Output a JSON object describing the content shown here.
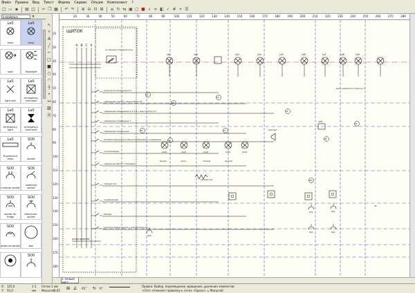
{
  "menu": [
    "Файл",
    "Правка",
    "Вид",
    "Текст",
    "Форма",
    "Сервис",
    "Опции",
    "Компонент",
    "?"
  ],
  "library": {
    "selected": "Installation"
  },
  "palette": [
    {
      "name": "La0",
      "caption": "lamp",
      "selected": false
    },
    {
      "name": "La0",
      "caption": "lamp",
      "selected": true
    },
    {
      "name": "",
      "caption": "spot",
      "selected": false
    },
    {
      "name": "",
      "caption": "floodlight",
      "selected": false
    },
    {
      "name": "La0",
      "caption": "light exit",
      "selected": false
    },
    {
      "name": "La0",
      "caption": "emergency luminaire",
      "selected": false
    },
    {
      "name": "La0",
      "caption": "emergency light",
      "selected": false
    },
    {
      "name": "La0",
      "caption": "emergency luminaire",
      "selected": false
    },
    {
      "name": "La0",
      "caption": "fluorescent lamp",
      "selected": false
    },
    {
      "name": "SO0",
      "caption": "socket",
      "selected": false
    },
    {
      "name": "SO0",
      "caption": "multiple socket",
      "selected": false
    },
    {
      "name": "SO0",
      "caption": "switched socket",
      "selected": false
    },
    {
      "name": "SO0",
      "caption": "socket for fridge",
      "selected": false
    },
    {
      "name": "SO0",
      "caption": "telecomm. socket",
      "selected": false
    },
    {
      "name": "SO0",
      "caption": "antenna socket",
      "selected": false
    },
    {
      "name": "",
      "caption": "box",
      "selected": false
    },
    {
      "name": "",
      "caption": "",
      "selected": false
    },
    {
      "name": "SO0",
      "caption": "",
      "selected": false
    }
  ],
  "ruler_top": [
    "20",
    "30",
    "40",
    "50",
    "60",
    "70",
    "80",
    "90",
    "100",
    "110",
    "120",
    "130",
    "140",
    "150",
    "160",
    "170",
    "180",
    "190",
    "200",
    "210",
    "220",
    "230",
    "240",
    "250",
    "260",
    "270",
    "280"
  ],
  "ruler_left": [
    "10",
    "20",
    "30",
    "40",
    "50",
    "60",
    "70",
    "80",
    "90",
    "100",
    "110",
    "120",
    "130",
    "140",
    "150",
    "160",
    "170",
    "180"
  ],
  "diagram": {
    "panel_label": "ЩИТОК",
    "phase_labels": [
      "A",
      "B",
      "C",
      "0"
    ],
    "lamp_labels": [
      "La1",
      "La2",
      "La3",
      "La4",
      "La5",
      "La6",
      "La7",
      "La8",
      "La9"
    ],
    "feed_note": "из лоджии под\nсвой ночь",
    "circuits": [
      "розетка в помещении 4,1",
      "освещение туалет / вентилятор V1",
      "освещение помещение 1,2,3,5 + вентилятор V1",
      "освещение помещение 7",
      "освещение помещение",
      "антибактерицидное обычное аварийное освещение",
      "сигнализация",
      "освещение детск. площадки",
      "тёплый пол",
      "кондиционер",
      "бойлер",
      "розетка правая крыло + вентилятор Х2"
    ],
    "lower_labels": [
      "La10",
      "La11",
      "La12",
      "La13",
      "La14"
    ],
    "room_tags": [
      "ванная",
      "кухня",
      "спальня",
      "детская"
    ],
    "note_right": "вал с ремонтом\nплинтус 1",
    "heater_label": "тёплый пол",
    "bottom_label": "на все розетки",
    "socket_labels": [
      "SO1",
      "SO2",
      "SO3",
      "SO4",
      "SO5"
    ],
    "switch_labels": [
      "S1",
      "S2",
      "S3",
      "S4",
      "S5",
      "S6",
      "S7",
      "S8",
      "S9",
      "S10"
    ],
    "misc_tags": [
      "Кроссер1",
      "LSTR",
      "КР"
    ]
  },
  "sheet_tab": "1: Новый лист",
  "status": {
    "x_label": "X:",
    "x_value": "125,0",
    "y_label": "Y:",
    "y_value": "55,0",
    "units_label": "мм",
    "units_value": "1:1",
    "grid_label": "Сетка:",
    "grid_value": "1 мм",
    "scale_label": "Масштаб:",
    "scale_value": "1,65",
    "angle_value": "45°",
    "angle2_value": "0°",
    "hint_line1": "Правка: Выбор, перемещение, вращение, удаление элементов",
    "hint_line2": "<Ctrl> отменяет привязку к сетке <Space> = Масштаб"
  },
  "colors": {
    "canvas": "#fffef4",
    "grid_blue": "#4f56c8",
    "grid_pink": "#c86fbf",
    "wire": "#111111",
    "selection": "#c7d3f1"
  }
}
